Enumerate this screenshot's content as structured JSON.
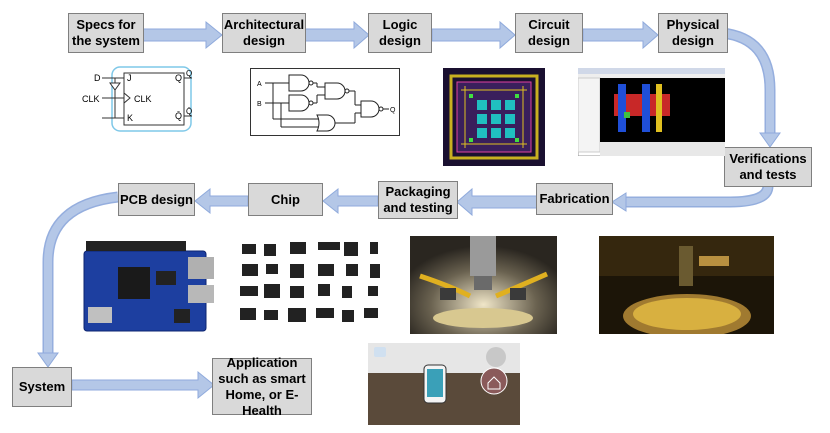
{
  "steps": {
    "specs": "Specs for the system",
    "architectural": "Architectural design",
    "logic": "Logic design",
    "circuit": "Circuit design",
    "physical": "Physical design",
    "verifications": "Verifications and tests",
    "fabrication": "Fabrication",
    "packaging": "Packaging and testing",
    "chip": "Chip",
    "pcb": "PCB design",
    "system": "System",
    "application": "Application such as smart Home, or E-Health"
  },
  "flipflop": {
    "d": "D",
    "j": "J",
    "clk_in": "CLK",
    "clk": "CLK",
    "k": "K",
    "q1": "Q",
    "q1_out": "Q",
    "q2": "Q̄",
    "q2_out": "Q̄"
  },
  "logic_diagram": {
    "a": "A",
    "b": "B",
    "q": "Q"
  },
  "colors": {
    "box_fill": "#d9d9d9",
    "arrow_fill": "#b4c7e7",
    "arrow_stroke": "#8faadc",
    "flipflop_border": "#7fc8e8"
  }
}
